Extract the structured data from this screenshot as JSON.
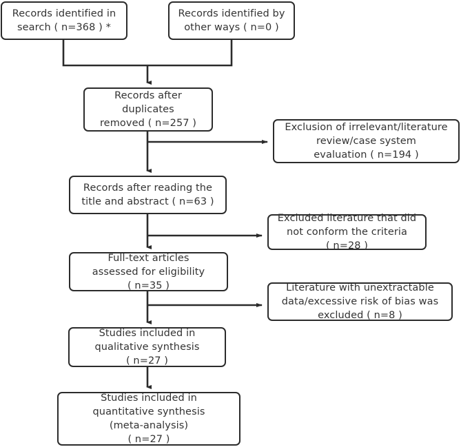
{
  "diagram": {
    "type": "prisma-flow-diagram",
    "title": "",
    "stroke_color": "#2b2b2b",
    "text_color": "#333333",
    "background_color": "#ffffff"
  },
  "nodes": {
    "identified_search": {
      "label": "Records identified in\nsearch ( n=368 ) *",
      "count": 368,
      "note": "*"
    },
    "identified_other": {
      "label": "Records identified by\nother ways ( n=0 )",
      "count": 0
    },
    "after_duplicates": {
      "label": "Records after\nduplicates\nremoved ( n=257 )",
      "count": 257
    },
    "exclusion_irrelevant": {
      "label": "Exclusion of irrelevant/literature\nreview/case system\nevaluation ( n=194 )",
      "count": 194
    },
    "after_reading": {
      "label": "Records after reading the\ntitle and abstract ( n=63 )",
      "count": 63
    },
    "excluded_criteria": {
      "label": "Excluded literature that did\nnot conform the criteria\n( n=28 )",
      "count": 28
    },
    "fulltext_eligibility": {
      "label": "Full-text articles\nassessed for eligibility\n( n=35 )",
      "count": 35
    },
    "unextractable": {
      "label": "Literature with unextractable\ndata/excessive risk of bias was\nexcluded ( n=8 )",
      "count": 8
    },
    "qualitative": {
      "label": "Studies included in\nqualitative synthesis\n( n=27 )",
      "count": 27
    },
    "quantitative": {
      "label": "Studies included in\nquantitative synthesis\n(meta-analysis)\n( n=27 )",
      "count": 27
    }
  },
  "connectors": [
    {
      "name": "identified-search-to-merge",
      "from": "identified_search",
      "to": "after_duplicates"
    },
    {
      "name": "identified-other-to-merge",
      "from": "identified_other",
      "to": "after_duplicates"
    },
    {
      "name": "duplicates-to-exclusion-irrelevant",
      "from": "after_duplicates",
      "to": "exclusion_irrelevant"
    },
    {
      "name": "duplicates-to-after-reading",
      "from": "after_duplicates",
      "to": "after_reading"
    },
    {
      "name": "reading-to-excluded-criteria",
      "from": "after_reading",
      "to": "excluded_criteria"
    },
    {
      "name": "reading-to-fulltext",
      "from": "after_reading",
      "to": "fulltext_eligibility"
    },
    {
      "name": "fulltext-to-unextractable",
      "from": "fulltext_eligibility",
      "to": "unextractable"
    },
    {
      "name": "fulltext-to-qualitative",
      "from": "fulltext_eligibility",
      "to": "qualitative"
    },
    {
      "name": "qualitative-to-quantitative",
      "from": "qualitative",
      "to": "quantitative"
    }
  ]
}
